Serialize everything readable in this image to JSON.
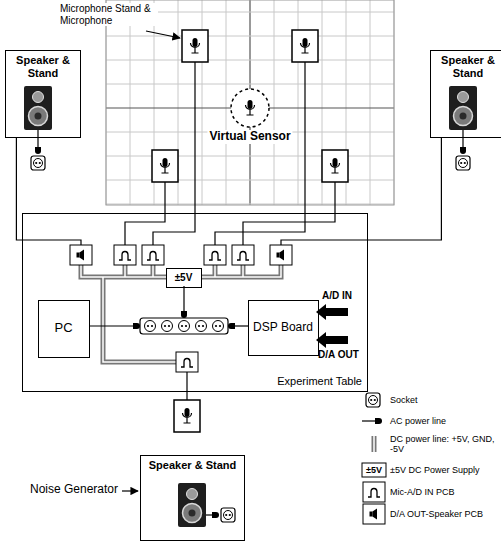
{
  "diagram": {
    "nodes": [
      {
        "text": [
          "Speaker & Stand"
        ]
      },
      {
        "text": [
          "Speaker & Stand"
        ]
      },
      {
        "text": [
          "Virtual Sensor"
        ]
      },
      {
        "text": [
          "Experiment Table"
        ]
      },
      {
        "text": [
          "±5V"
        ],
        "in": 3
      },
      {
        "text": [
          "PC"
        ],
        "in": 3
      },
      {
        "text": [
          "DSP Board"
        ],
        "in": 3
      },
      {
        "text": [
          "Speaker & Stand"
        ]
      }
    ],
    "edges": [
      {
        "from": 0,
        "to": 3,
        "arrow": "none"
      },
      {
        "from": 1,
        "to": 3,
        "arrow": "none"
      }
    ],
    "labels": [
      "Microphone Stand & Microphone",
      "A/D IN",
      "D/A OUT",
      "Noise Generator",
      "±5V"
    ],
    "legend": [
      {
        "text": "Socket"
      },
      {
        "text": "AC power line"
      },
      {
        "text": "DC power line: +5V, GND, -5V"
      },
      {
        "text": "±5V DC Power Supply"
      },
      {
        "text": "Mic-A/D IN PCB"
      },
      {
        "text": "D/A OUT-Speaker PCB"
      }
    ]
  }
}
